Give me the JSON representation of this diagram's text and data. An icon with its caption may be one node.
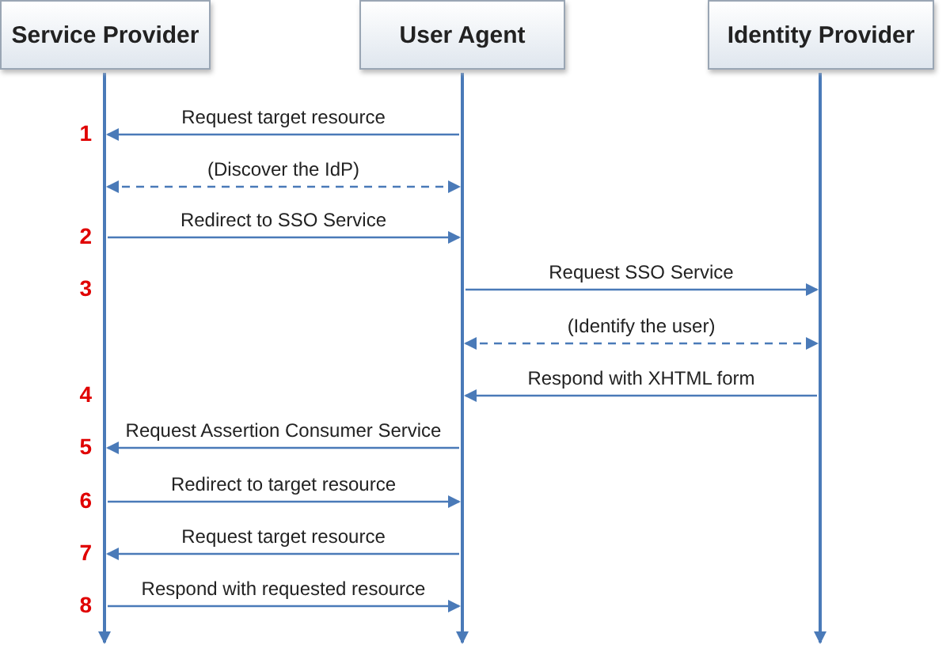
{
  "diagram": {
    "nodes": [
      {
        "text": [
          "Service Provider"
        ]
      },
      {
        "text": [
          "User Agent"
        ]
      },
      {
        "text": [
          "Identity Provider"
        ]
      }
    ],
    "edges": [
      {
        "from": 1,
        "to": 0,
        "arrow": "to",
        "label": "Request target resource"
      },
      {
        "from": 0,
        "to": 1,
        "arrow": "both",
        "style": "dashed",
        "label": "(Discover the IdP)"
      },
      {
        "from": 0,
        "to": 1,
        "arrow": "to",
        "label": "Redirect to SSO Service"
      },
      {
        "from": 1,
        "to": 2,
        "arrow": "to",
        "label": "Request SSO Service"
      },
      {
        "from": 1,
        "to": 2,
        "arrow": "both",
        "style": "dashed",
        "label": "(Identify the user)"
      },
      {
        "from": 2,
        "to": 1,
        "arrow": "to",
        "label": "Respond with XHTML form"
      },
      {
        "from": 1,
        "to": 0,
        "arrow": "to",
        "label": "Request Assertion Consumer Service"
      },
      {
        "from": 0,
        "to": 1,
        "arrow": "to",
        "label": "Redirect to target resource"
      },
      {
        "from": 1,
        "to": 0,
        "arrow": "to",
        "label": "Request target resource"
      },
      {
        "from": 0,
        "to": 1,
        "arrow": "to",
        "label": "Respond with requested resource"
      }
    ],
    "labels": [
      "1",
      "2",
      "3",
      "4",
      "5",
      "6",
      "7",
      "8"
    ]
  }
}
